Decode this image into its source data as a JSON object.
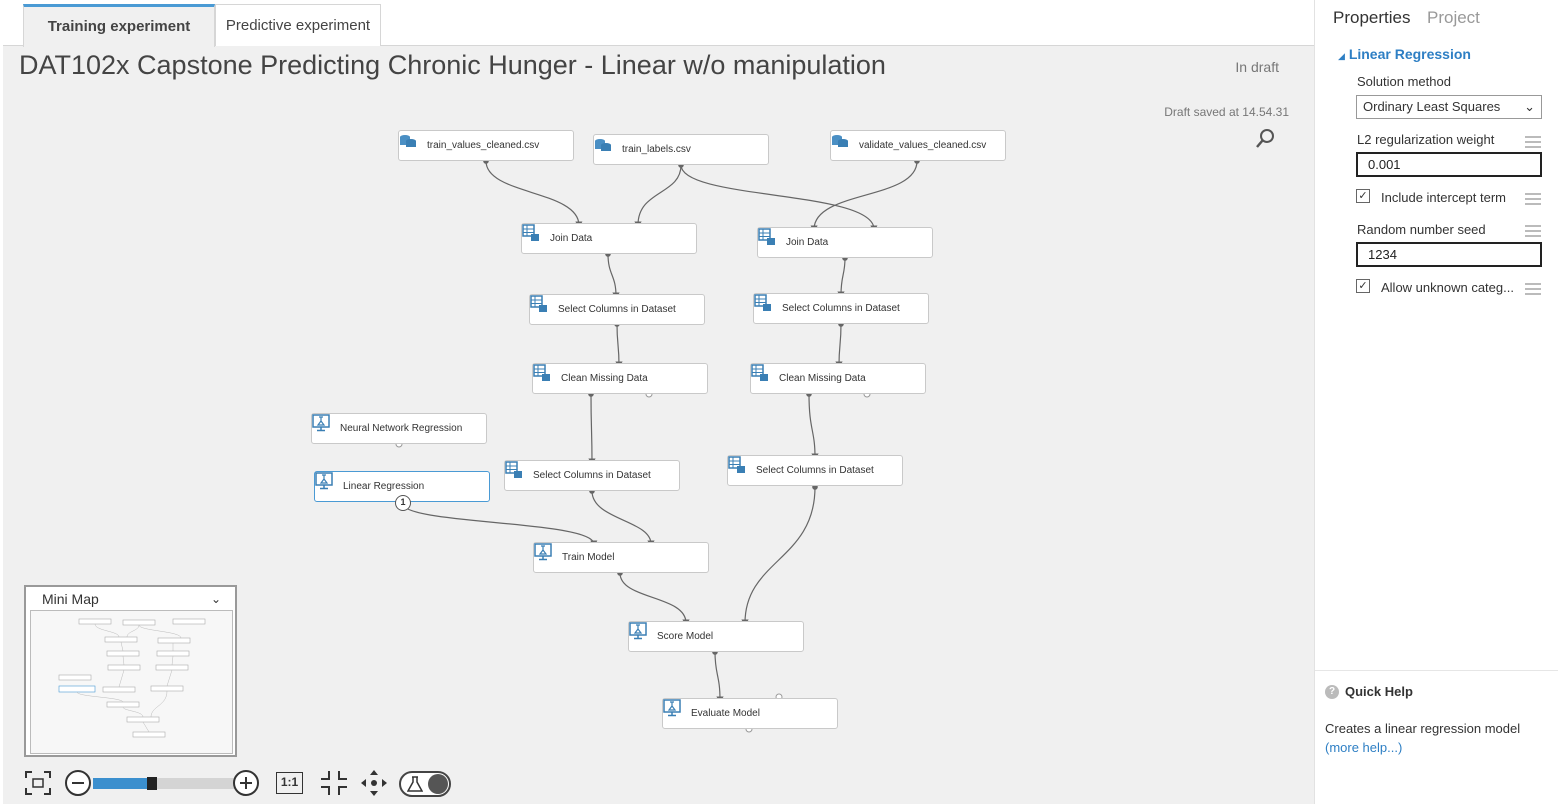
{
  "tabs": {
    "training": "Training experiment",
    "predictive": "Predictive experiment"
  },
  "experiment": {
    "title": "DAT102x Capstone Predicting Chronic Hunger - Linear w/o manipulation",
    "status": "In draft",
    "saved": "Draft saved at 14.54.31"
  },
  "modules": {
    "train_values": "train_values_cleaned.csv",
    "train_labels": "train_labels.csv",
    "validate_values": "validate_values_cleaned.csv",
    "join_data_1": "Join Data",
    "join_data_2": "Join Data",
    "select_columns_1": "Select Columns in Dataset",
    "select_columns_2": "Select Columns in Dataset",
    "clean_missing_1": "Clean Missing Data",
    "clean_missing_2": "Clean Missing Data",
    "neural_network": "Neural Network Regression",
    "linear_regression": "Linear Regression",
    "linear_regression_badge": "1",
    "select_columns_3": "Select Columns in Dataset",
    "select_columns_4": "Select Columns in Dataset",
    "train_model": "Train Model",
    "score_model": "Score Model",
    "evaluate_model": "Evaluate Model"
  },
  "minimap": {
    "title": "Mini Map"
  },
  "toolbar": {
    "one_to_one": "1:1",
    "zoom_level": 0.38
  },
  "properties": {
    "tab_properties": "Properties",
    "tab_project": "Project",
    "section": "Linear Regression",
    "solution_method_label": "Solution method",
    "solution_method_value": "Ordinary Least Squares",
    "l2_label": "L2 regularization weight",
    "l2_value": "0.001",
    "intercept_label": "Include intercept term",
    "intercept_checked": true,
    "seed_label": "Random number seed",
    "seed_value": "1234",
    "unknown_label": "Allow unknown categ...",
    "unknown_checked": true
  },
  "quick_help": {
    "title": "Quick Help",
    "text": "Creates a linear regression model",
    "link": "(more help...)"
  },
  "colors": {
    "accent": "#2e7fc4",
    "canvas": "#f0f0f0",
    "zoom_fill": "#3b8fce"
  }
}
